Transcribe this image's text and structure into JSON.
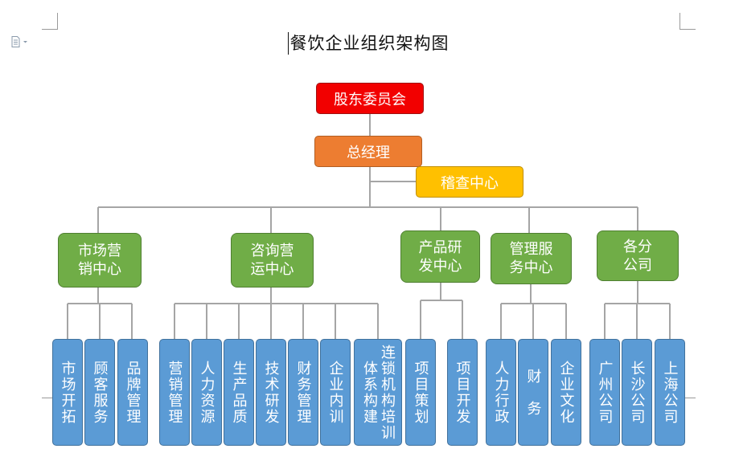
{
  "title": "餐饮企业组织架构图",
  "colors": {
    "shareholders": "#f20000",
    "general_manager": "#ed7d31",
    "audit": "#ffc000",
    "department": "#70ad47",
    "unit": "#5b9bd5",
    "connector": "#a5a5a5"
  },
  "icons": {
    "document": "document-icon"
  },
  "org": {
    "shareholders": "股东委员会",
    "general_manager": "总经理",
    "audit": "稽查中心",
    "departments": [
      {
        "label": "市场营\n销中心",
        "units": [
          "市场开拓",
          "顾客服务",
          "品牌管理"
        ]
      },
      {
        "label": "咨询营\n运中心",
        "units": [
          "营销管理",
          "人力资源",
          "生产品质",
          "技术研发",
          "财务管理",
          "企业内训",
          "连锁机构培训体系构建"
        ]
      },
      {
        "label": "产品研\n发中心",
        "units": [
          "项目策划",
          "项目开发"
        ]
      },
      {
        "label": "管理服\n务中心",
        "units": [
          "人力行政",
          "财　务",
          "企业文化"
        ]
      },
      {
        "label": "各分\n公司",
        "units": [
          "广州公司",
          "长沙公司",
          "上海公司"
        ]
      }
    ]
  }
}
